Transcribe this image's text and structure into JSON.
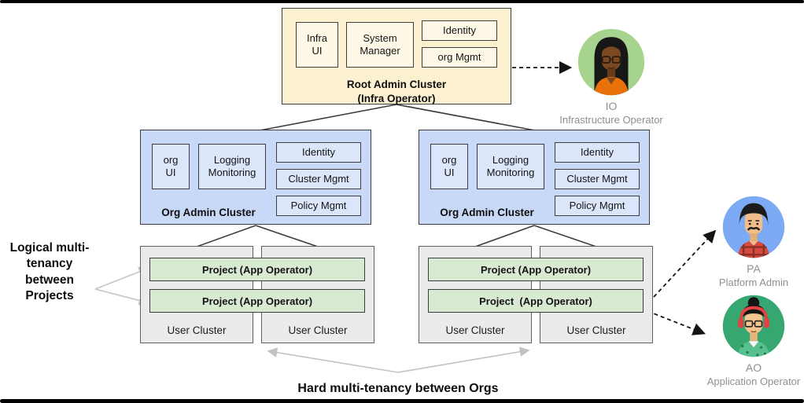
{
  "colors": {
    "root_cluster_fill": "#FBF1D0",
    "root_component_fill": "#FEF9E7",
    "org_cluster_fill": "#C7D9F6",
    "org_component_fill": "#DCE6FB",
    "user_cluster_fill": "#EBEBEB",
    "project_fill": "#D9EAD3",
    "box_border": "#3D3D3D",
    "io_avatar_bg": "#A6D38E",
    "pa_avatar_bg": "#7DAAF5",
    "ao_avatar_bg": "#36A771",
    "persona_text": "#8F8F8F",
    "gray_arrow": "#C2C2C2"
  },
  "root_cluster": {
    "components": [
      "Infra UI",
      "System Manager",
      "Identity",
      "org Mgmt"
    ],
    "label_line1": "Root Admin Cluster",
    "label_line2": "(Infra Operator)"
  },
  "org_clusters": [
    {
      "label": "Org Admin Cluster",
      "components": [
        "org UI",
        "Logging Monitoring",
        "Identity",
        "Cluster Mgmt",
        "Policy Mgmt"
      ]
    },
    {
      "label": "Org Admin Cluster",
      "components": [
        "org UI",
        "Logging Monitoring",
        "Identity",
        "Cluster Mgmt",
        "Policy Mgmt"
      ]
    }
  ],
  "user_groups": [
    {
      "projects": [
        "Project (App Operator)",
        "Project (App Operator)"
      ],
      "clusters": [
        "User Cluster",
        "User Cluster"
      ]
    },
    {
      "projects": [
        "Project (App Operator)",
        "Project  (App Operator)"
      ],
      "clusters": [
        "User Cluster",
        "User Cluster"
      ]
    }
  ],
  "annotations": {
    "logical": "Logical multi-tenancy between Projects",
    "hard": "Hard multi-tenancy between Orgs"
  },
  "personas": [
    {
      "code": "IO",
      "role": "Infrastructure Operator"
    },
    {
      "code": "PA",
      "role": "Platform Admin"
    },
    {
      "code": "AO",
      "role": "Application Operator"
    }
  ]
}
